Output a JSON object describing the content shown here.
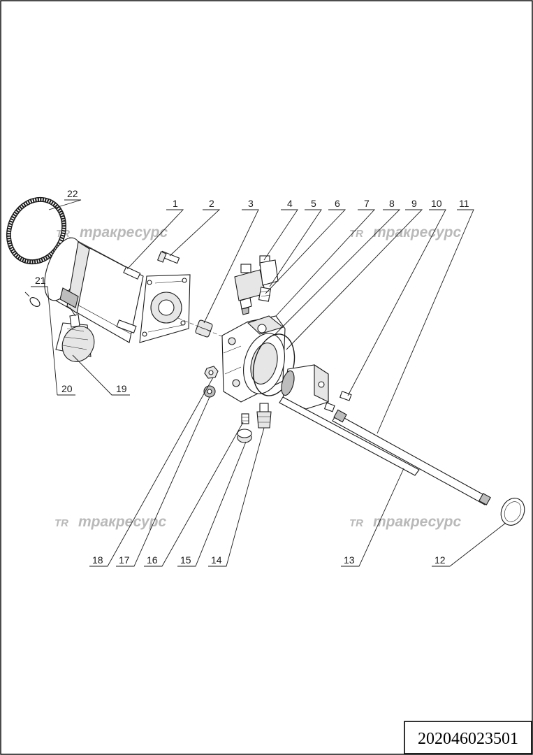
{
  "drawing_number": "202046023501",
  "watermark": {
    "logo": "TR",
    "text": "тракресурс"
  },
  "callouts": [
    "1",
    "2",
    "3",
    "4",
    "5",
    "6",
    "7",
    "8",
    "9",
    "10",
    "11",
    "12",
    "13",
    "14",
    "15",
    "16",
    "17",
    "18",
    "19",
    "20",
    "21",
    "22"
  ]
}
